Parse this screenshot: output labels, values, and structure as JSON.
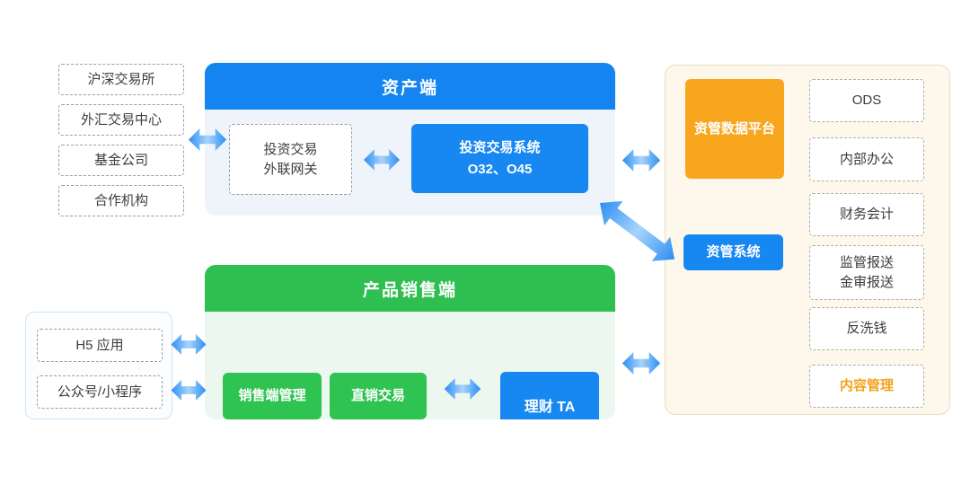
{
  "colors": {
    "primary_blue": "#1384f0",
    "primary_green": "#2ebf50",
    "accent_orange": "#f8a61e",
    "content_mgmt_orange": "#f2a31d",
    "asset_body_bg": "#eff4fb",
    "sales_body_bg": "#ecf8ef",
    "backoffice_bg": "#fdf8eb"
  },
  "left_partners": {
    "items": [
      "沪深交易所",
      "外汇交易中心",
      "基金公司",
      "合作机构"
    ]
  },
  "asset_panel": {
    "title": "资产端",
    "gateway_line1": "投资交易",
    "gateway_line2": "外联网关",
    "system_line1": "投资交易系统",
    "system_line2": "O32、O45"
  },
  "sales_panel": {
    "title": "产品销售端",
    "sales_mgmt": "销售端管理",
    "direct_sales": "直销交易",
    "wealth_ta": "理财 TA"
  },
  "channels": {
    "items": [
      "H5 应用",
      "公众号/小程序"
    ]
  },
  "backoffice": {
    "data_platform": "资管数据平台",
    "mgmt_system": "资管系统",
    "modules": [
      "ODS",
      "内部办公",
      "财务会计"
    ],
    "report_line1": "监管报送",
    "report_line2": "金审报送",
    "aml": "反洗钱",
    "content_mgmt": "内容管理"
  }
}
